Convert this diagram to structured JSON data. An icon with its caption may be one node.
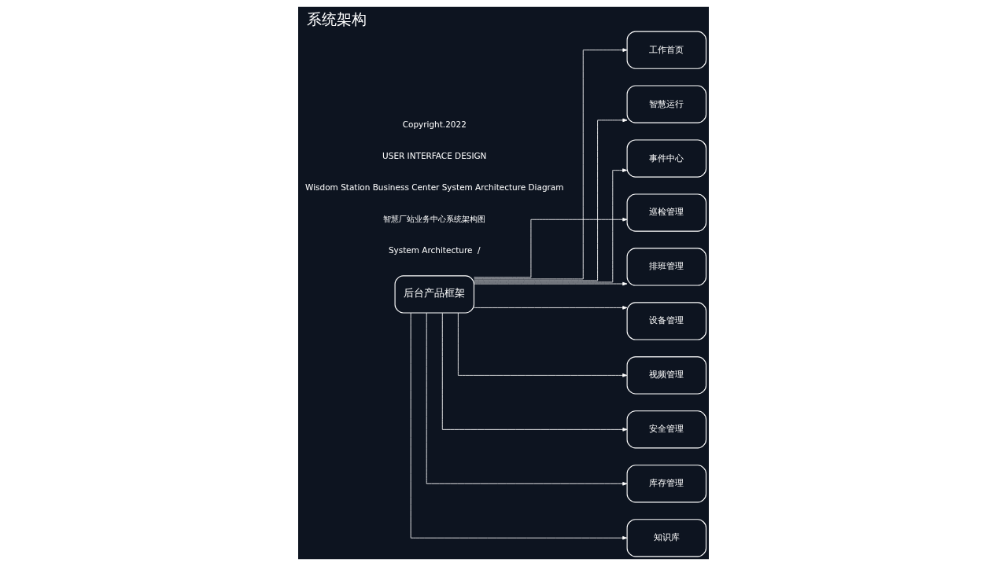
{
  "diagram": {
    "title": "系统架构",
    "nodes": [
      {
        "text": [
          "后台产品框架"
        ]
      },
      {
        "text": [
          "工作首页"
        ]
      },
      {
        "text": [
          "智慧运行"
        ]
      },
      {
        "text": [
          "事件中心"
        ]
      },
      {
        "text": [
          "巡检管理"
        ]
      },
      {
        "text": [
          "排班管理"
        ]
      },
      {
        "text": [
          "设备管理"
        ]
      },
      {
        "text": [
          "视频管理"
        ]
      },
      {
        "text": [
          "安全管理"
        ]
      },
      {
        "text": [
          "库存管理"
        ]
      },
      {
        "text": [
          "知识库"
        ]
      }
    ],
    "edges": [
      {
        "from": 0,
        "to": 1,
        "arrow": "to"
      },
      {
        "from": 0,
        "to": 2,
        "arrow": "to"
      },
      {
        "from": 0,
        "to": 3,
        "arrow": "to"
      },
      {
        "from": 0,
        "to": 4,
        "arrow": "to"
      },
      {
        "from": 0,
        "to": 5,
        "arrow": "to"
      },
      {
        "from": 0,
        "to": 6,
        "arrow": "to"
      },
      {
        "from": 0,
        "to": 7,
        "arrow": "to"
      },
      {
        "from": 0,
        "to": 8,
        "arrow": "to"
      },
      {
        "from": 0,
        "to": 9,
        "arrow": "to"
      },
      {
        "from": 0,
        "to": 10,
        "arrow": "to"
      }
    ],
    "labels": [
      "System Architecture  /",
      "智慧厂站业务中心系统架构图",
      "Wisdom Station Business Center System Architecture Diagram",
      "USER INTERFACE DESIGN",
      "Copyright.2022"
    ]
  }
}
